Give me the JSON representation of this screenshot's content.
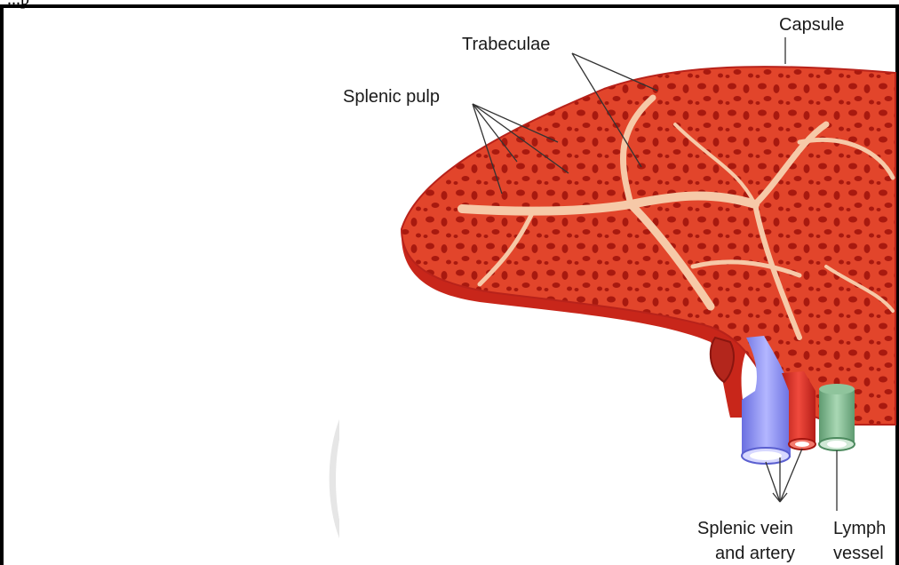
{
  "header": {
    "partial_text": "...p"
  },
  "labels": {
    "capsule": "Capsule",
    "trabeculae": "Trabeculae",
    "splenic_pulp": "Splenic pulp",
    "splenic_vein_artery_line1": "Splenic vein",
    "splenic_vein_artery_line2": "and artery",
    "lymph_vessel_line1": "Lymph",
    "lymph_vessel_line2": "vessel"
  },
  "colors": {
    "pulp": "#e2452b",
    "pulp_dark": "#c8261a",
    "trabeculae": "#f6c9a8",
    "vein": "#8a8ef0",
    "artery": "#e0302a",
    "lymph": "#7fb58e",
    "watermark": "#e6e6e6"
  }
}
